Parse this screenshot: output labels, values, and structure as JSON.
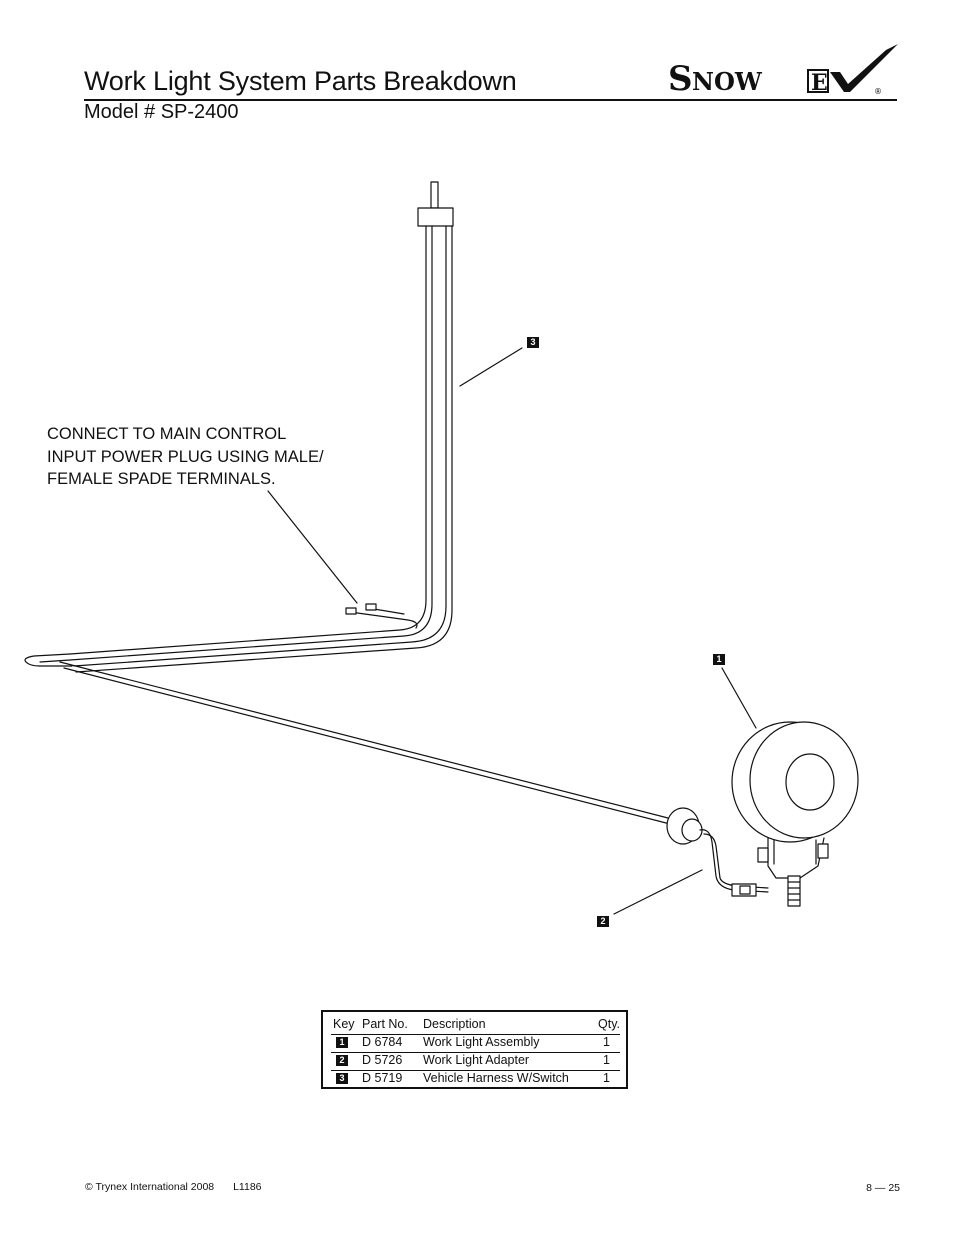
{
  "header": {
    "title": "Work Light System Parts Breakdown",
    "model": "Model # SP-2400",
    "logo_text": "SnowEx"
  },
  "note": {
    "lines": [
      "CONNECT TO MAIN CONTROL",
      "INPUT POWER PLUG USING MALE/",
      "FEMALE SPADE TERMINALS."
    ]
  },
  "callouts": [
    "1",
    "2",
    "3"
  ],
  "parts_table": {
    "headers": {
      "key": "Key",
      "part": "Part No.",
      "desc": "Description",
      "qty": "Qty."
    },
    "rows": [
      {
        "key": "1",
        "part": "D 6784",
        "desc": "Work Light Assembly",
        "qty": "1"
      },
      {
        "key": "2",
        "part": "D 5726",
        "desc": "Work Light Adapter",
        "qty": "1"
      },
      {
        "key": "3",
        "part": "D 5719",
        "desc": "Vehicle Harness W/Switch",
        "qty": "1"
      }
    ]
  },
  "footer": {
    "copyright": "© Trynex International 2008",
    "doc_code": "L1186",
    "page": "8 — 25"
  }
}
